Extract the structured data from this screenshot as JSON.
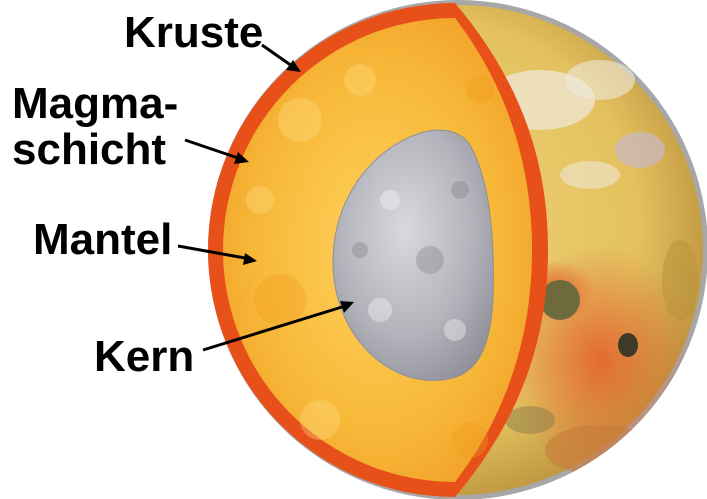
{
  "labels": {
    "kruste": "Kruste",
    "magma_line1": "Magma-",
    "magma_line2": "schicht",
    "mantel": "Mantel",
    "kern": "Kern"
  },
  "colors": {
    "background": "#ffffff",
    "crust": "#a7a7a7",
    "magma_layer": "#e8501a",
    "mantle": "#f3ac2c",
    "mantle_highlight": "#ffd05a",
    "core": "#a9a9b1",
    "core_highlight": "#d8d8de",
    "surface": "#e3c15e",
    "surface_dark": "#b98f3a",
    "surface_red": "#e2622e",
    "surface_white": "#efe9de",
    "arrow": "#000000"
  },
  "icons": {
    "planet": "io-cutaway-illustration"
  }
}
